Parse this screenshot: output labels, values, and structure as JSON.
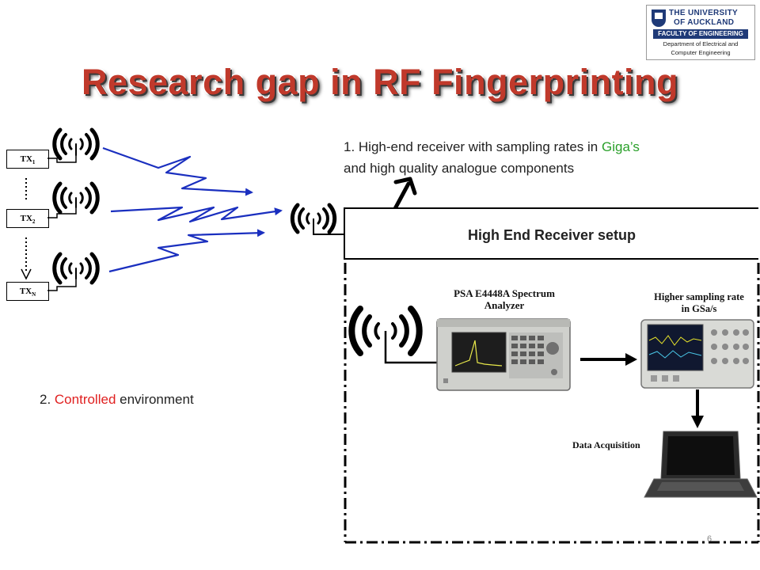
{
  "title": "Research gap in RF Fingerprinting",
  "logo": {
    "line1": "THE UNIVERSITY",
    "line2": "OF AUCKLAND",
    "faculty": "FACULTY OF ENGINEERING",
    "dept_line1": "Department of Electrical and",
    "dept_line2": "Computer Engineering"
  },
  "transmitters": [
    {
      "label": "TX",
      "sub": "1"
    },
    {
      "label": "TX",
      "sub": "2"
    },
    {
      "label": "TX",
      "sub": "N"
    }
  ],
  "point1": {
    "prefix": "1. High-end receiver with sampling rates in ",
    "highlight": "Giga’s",
    "line2": "and high quality analogue components"
  },
  "point2": {
    "prefix": "2. ",
    "highlight": "Controlled",
    "suffix": " environment"
  },
  "receiver_setup": {
    "header": "High End Receiver setup",
    "psa_label_line1": "PSA E4448A Spectrum",
    "psa_label_line2": "Analyzer",
    "scope_label_line1": "Higher sampling rate",
    "scope_label_line2": "in GSa/s",
    "daq_label": "Data Acquisition"
  },
  "slide_number": "6",
  "colors": {
    "title": "#c0392b",
    "highlight_green": "#2aa02a",
    "highlight_red": "#e02020",
    "signal_arrow": "#1a2fbf",
    "brand_navy": "#1f3a78"
  }
}
